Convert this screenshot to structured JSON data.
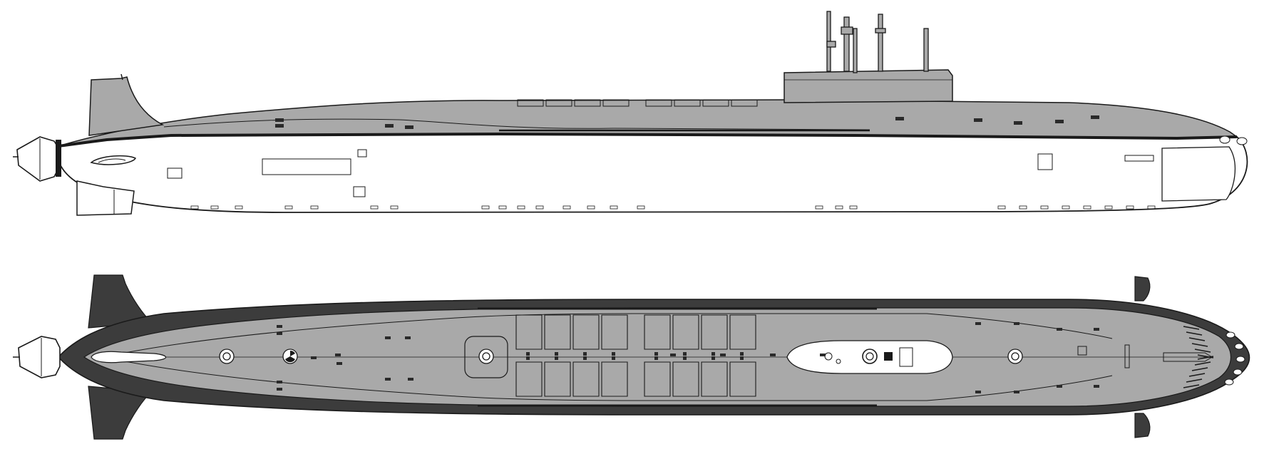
{
  "colors": {
    "background": "#ffffff",
    "hull_gray": "#a9a9a9",
    "dark_hull": "#3c3c3c",
    "outline": "#1a1a1a",
    "white_hull": "#ffffff",
    "hatch": "#2a2a2a"
  },
  "views": {
    "side_profile": {
      "kind": "side-elevation"
    },
    "top_plan": {
      "kind": "plan-view"
    }
  },
  "missile_hatch_columns": 8
}
